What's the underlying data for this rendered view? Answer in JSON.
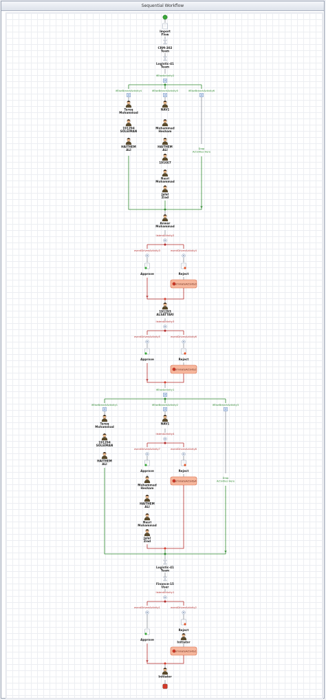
{
  "window": {
    "title": "Sequential Workflow"
  },
  "nodes": {
    "import_flow": "Import Flow",
    "crm_team": "CRM-302 Team",
    "logistic_team_1": "Logistic-41 Team",
    "ifelse1": "ifElseActivity2",
    "branch_a": "ifElseBranchActivity4",
    "branch_b": "ifElseBranchActivity5",
    "branch_c": "ifElseBranchActivity6",
    "tareq_1": "Tareq Mohammad",
    "soliman_1": "191294 SOLEIMAN",
    "haitham_1": "HAITHEM ALI",
    "nav1_1": "NAV1",
    "hesham_1": "Mohammad Hesham",
    "haitham_2": "HAITHEM ALI",
    "n191667": "191667",
    "nasri_1": "Nasri Mohammad",
    "jalal_1": "Jalal Ziad",
    "drop_1": "Drop Activities Here",
    "anwar": "Anwar Mohammad",
    "listen1": "listenActivity2",
    "event_1a": "eventDrivenActivity3",
    "event_1b": "eventDrivenActivity4",
    "approve_1": "Approve",
    "reject_1": "Reject",
    "terminate_1": "terminateActivity3",
    "alsattari": "191293 ALSATTARI",
    "listen2": "listenActivity3",
    "event_2a": "eventDrivenActivity5",
    "event_2b": "eventDrivenActivity6",
    "approve_2": "Approve",
    "reject_2": "Reject",
    "terminate_2": "terminateActivity2",
    "ifelse2": "ifElseActivity1",
    "branch_d": "ifElseBranchActivity1",
    "branch_e": "ifElseBranchActivity2",
    "branch_f": "ifElseBranchActivity3",
    "tareq_2": "Tareq Mohammad",
    "soliman_2": "191294 SOLEIMAN",
    "haitham_3": "HAITHEM ALI",
    "nav1_2": "NAV1",
    "listen3": "listenActivity4",
    "event_3a": "eventDrivenActivity7",
    "event_3b": "eventDrivenActivity8",
    "approve_3": "Approve",
    "reject_3": "Reject",
    "terminate_3": "terminateActivity4",
    "hesham_2": "Mohammad Hesham",
    "haitham_4": "HAITHEM ALI",
    "nasri_2": "Nasri Mohammad",
    "jalal_2": "Jalal Ziad",
    "drop_2": "Drop Activities Here",
    "logistic_team_2": "Logistic-41 Team",
    "finance_user": "Finance-15 User",
    "listen4": "listenActivity1",
    "event_4a": "eventDrivenActivity1",
    "event_4b": "eventDrivenActivity2",
    "approve_4": "Approve",
    "reject_4": "Reject",
    "initiator_1": "Initiator",
    "terminate_4": "terminateActivity1",
    "initiator_2": "Initiator"
  },
  "colors": {
    "flow_line": "#8a8f96",
    "branch_line": "#2f8a2f",
    "event_line": "#b22a2a",
    "terminate_fill": "#f6b79d",
    "terminate_border": "#d76a4a",
    "start": "#3aa63a",
    "end": "#d33a2a",
    "text": "#222222"
  }
}
